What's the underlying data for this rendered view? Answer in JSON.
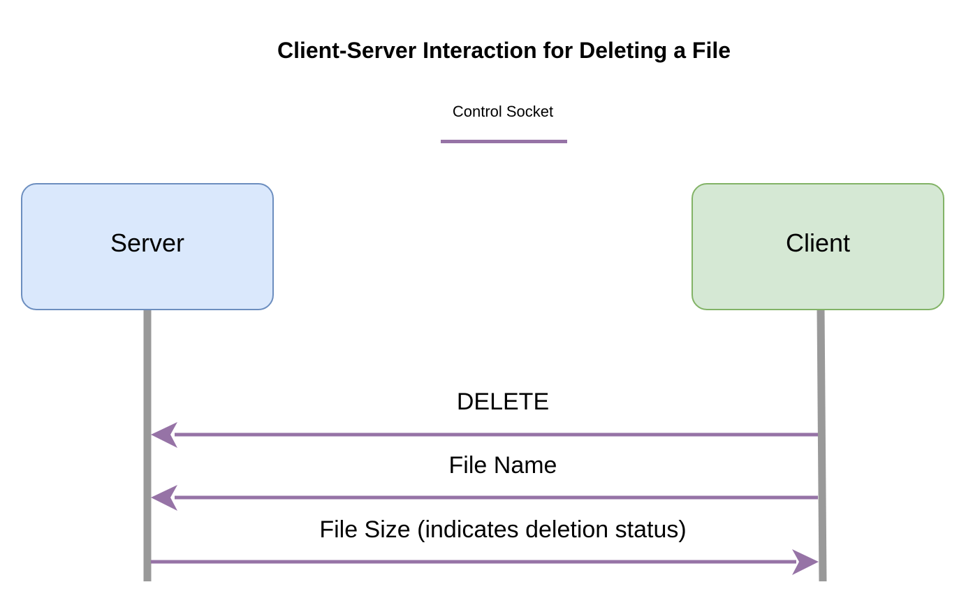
{
  "diagram": {
    "title": "Client-Server Interaction for Deleting a File",
    "legend": {
      "label": "Control Socket",
      "color": "#9673a6"
    },
    "participants": {
      "server": {
        "label": "Server",
        "fill": "#dae8fc",
        "stroke": "#6c8ebf"
      },
      "client": {
        "label": "Client",
        "fill": "#d5e8d4",
        "stroke": "#82b366"
      }
    },
    "lifeline_color": "#999999",
    "messages": [
      {
        "label": "DELETE",
        "from": "Client",
        "to": "Server"
      },
      {
        "label": "File Name",
        "from": "Client",
        "to": "Server"
      },
      {
        "label": "File Size (indicates deletion status)",
        "from": "Server",
        "to": "Client"
      }
    ]
  }
}
